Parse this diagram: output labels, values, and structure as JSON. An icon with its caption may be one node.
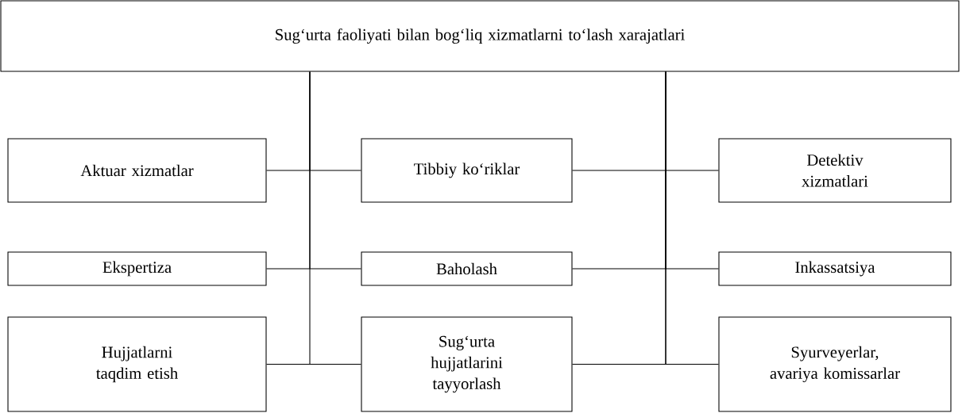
{
  "diagram": {
    "nodes": [
      {
        "text": [
          "Sug‘urta faoliyati bilan bog‘liq xizmatlarni to‘lash xarajatlari"
        ]
      },
      {
        "text": [
          "Aktuar xizmatlar"
        ]
      },
      {
        "text": [
          "Tibbiy ko‘riklar"
        ]
      },
      {
        "text": [
          "Detektiv xizmatlari"
        ]
      },
      {
        "text": [
          "Ekspertiza"
        ]
      },
      {
        "text": [
          "Baholash"
        ]
      },
      {
        "text": [
          "Inkassatsiya"
        ]
      },
      {
        "text": [
          "Hujjatlarni taqdim etish"
        ]
      },
      {
        "text": [
          "Sug‘urta hujjatlarini tayyorlash"
        ]
      },
      {
        "text": [
          "Syurveyerlar, avariya komissarlar"
        ]
      }
    ],
    "edges": [
      {
        "from": 0,
        "to": 1,
        "arrow": "none"
      },
      {
        "from": 0,
        "to": 2,
        "arrow": "none"
      },
      {
        "from": 0,
        "to": 3,
        "arrow": "none"
      },
      {
        "from": 0,
        "to": 4,
        "arrow": "none"
      },
      {
        "from": 0,
        "to": 5,
        "arrow": "none"
      },
      {
        "from": 0,
        "to": 6,
        "arrow": "none"
      },
      {
        "from": 0,
        "to": 7,
        "arrow": "none"
      },
      {
        "from": 0,
        "to": 8,
        "arrow": "none"
      },
      {
        "from": 0,
        "to": 9,
        "arrow": "none"
      }
    ]
  }
}
